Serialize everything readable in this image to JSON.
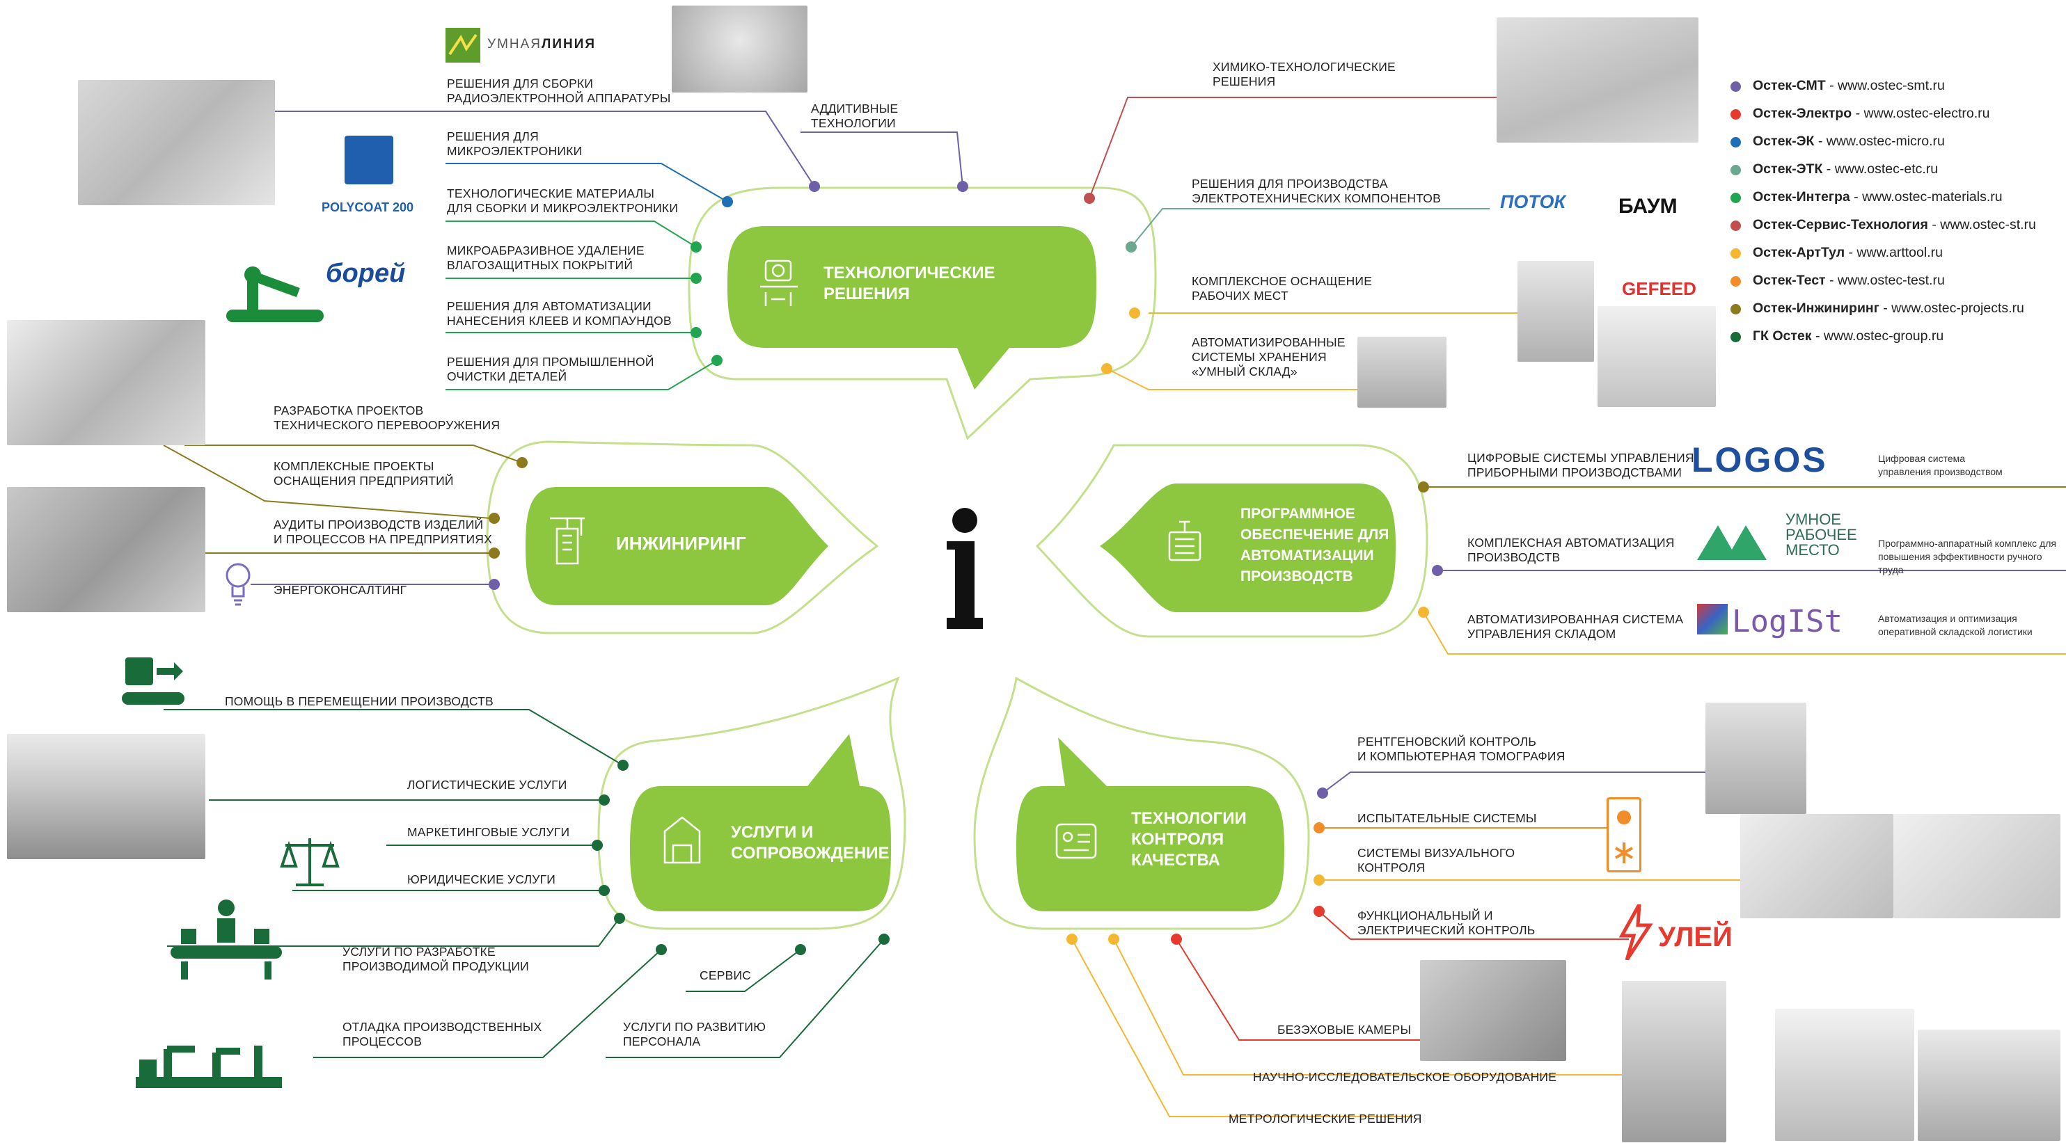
{
  "hubs": {
    "tech": "ТЕХНОЛОГИЧЕСКИЕ\nРЕШЕНИЯ",
    "eng": "ИНЖИНИРИНГ",
    "soft": "ПРОГРАММНОЕ\nОБЕСПЕЧЕНИЕ ДЛЯ\nАВТОМАТИЗАЦИИ\nПРОИЗВОДСТВ",
    "serv": "УСЛУГИ И\nСОПРОВОЖДЕНИЕ",
    "qc": "ТЕХНОЛОГИИ\nКОНТРОЛЯ\nКАЧЕСТВА"
  },
  "tech_left": [
    "РЕШЕНИЯ ДЛЯ СБОРКИ\nРАДИОЭЛЕКТРОННОЙ АППАРАТУРЫ",
    "РЕШЕНИЯ ДЛЯ\nМИКРОЭЛЕКТРОНИКИ",
    "ТЕХНОЛОГИЧЕСКИЕ МАТЕРИАЛЫ\nДЛЯ СБОРКИ И МИКРОЭЛЕКТРОНИКИ",
    "МИКРОАБРАЗИВНОЕ УДАЛЕНИЕ\nВЛАГОЗАЩИТНЫХ ПОКРЫТИЙ",
    "РЕШЕНИЯ ДЛЯ АВТОМАТИЗАЦИИ\nНАНЕСЕНИЯ КЛЕЕВ И КОМПАУНДОВ",
    "РЕШЕНИЯ ДЛЯ ПРОМЫШЛЕННОЙ\nОЧИСТКИ ДЕТАЛЕЙ"
  ],
  "tech_top": "АДДИТИВНЫЕ\nТЕХНОЛОГИИ",
  "tech_right": [
    "ХИМИКО-ТЕХНОЛОГИЧЕСКИЕ\nРЕШЕНИЯ",
    "РЕШЕНИЯ ДЛЯ ПРОИЗВОДСТВА\nЭЛЕКТРОТЕХНИЧЕСКИХ КОМПОНЕНТОВ",
    "КОМПЛЕКСНОЕ ОСНАЩЕНИЕ\nРАБОЧИХ МЕСТ",
    "АВТОМАТИЗИРОВАННЫЕ\nСИСТЕМЫ ХРАНЕНИЯ\n«УМНЫЙ СКЛАД»"
  ],
  "eng_items": [
    "РАЗРАБОТКА ПРОЕКТОВ\nТЕХНИЧЕСКОГО ПЕРЕВООРУЖЕНИЯ",
    "КОМПЛЕКСНЫЕ ПРОЕКТЫ\nОСНАЩЕНИЯ ПРЕДПРИЯТИЙ",
    "АУДИТЫ ПРОИЗВОДСТВ ИЗДЕЛИЙ\nИ ПРОЦЕССОВ НА ПРЕДПРИЯТИЯХ",
    "ЭНЕРГОКОНСАЛТИНГ"
  ],
  "soft_items": [
    "ЦИФРОВЫЕ СИСТЕМЫ УПРАВЛЕНИЯ\nПРИБОРНЫМИ ПРОИЗВОДСТВАМИ",
    "КОМПЛЕКСНАЯ АВТОМАТИЗАЦИЯ\nПРОИЗВОДСТВ",
    "АВТОМАТИЗИРОВАННАЯ СИСТЕМА\nУПРАВЛЕНИЯ СКЛАДОМ"
  ],
  "soft_desc": [
    "Цифровая система\nуправления производством",
    "Программно-аппаратный комплекс для\nповышения эффективности ручного труда",
    "Автоматизация и оптимизация\nоперативной складской логистики"
  ],
  "serv_items": [
    "ПОМОЩЬ В ПЕРЕМЕЩЕНИИ ПРОИЗВОДСТВ",
    "ЛОГИСТИЧЕСКИЕ  УСЛУГИ",
    "МАРКЕТИНГОВЫЕ УСЛУГИ",
    "ЮРИДИЧЕСКИЕ УСЛУГИ",
    "УСЛУГИ ПО РАЗРАБОТКЕ\nПРОИЗВОДИМОЙ ПРОДУКЦИИ",
    "ОТЛАДКА ПРОИЗВОДСТВЕННЫХ\nПРОЦЕССОВ",
    "СЕРВИС",
    "УСЛУГИ ПО РАЗВИТИЮ\nПЕРСОНАЛА"
  ],
  "qc_items": [
    "РЕНТГЕНОВСКИЙ КОНТРОЛЬ\nИ КОМПЬЮТЕРНАЯ ТОМОГРАФИЯ",
    "ИСПЫТАТЕЛЬНЫЕ СИСТЕМЫ",
    "СИСТЕМЫ ВИЗУАЛЬНОГО\nКОНТРОЛЯ",
    "ФУНКЦИОНАЛЬНЫЙ И\nЭЛЕКТРИЧЕСКИЙ КОНТРОЛЬ",
    "БЕЗЭХОВЫЕ КАМЕРЫ",
    "НАУЧНО-ИССЛЕДОВАТЕЛЬСКОЕ ОБОРУДОВАНИЕ",
    "МЕТРОЛОГИЧЕСКИЕ РЕШЕНИЯ"
  ],
  "legend": [
    {
      "name": "Остек-СМТ",
      "url": " - www.ostec-smt.ru",
      "color": "#6f5fa8"
    },
    {
      "name": "Остек-Электро",
      "url": " - www.ostec-electro.ru",
      "color": "#e63a2e"
    },
    {
      "name": "Остек-ЭК",
      "url": " - www.ostec-micro.ru",
      "color": "#1e6fb5"
    },
    {
      "name": "Остек-ЭТК",
      "url": " - www.ostec-etc.ru",
      "color": "#6aa88f"
    },
    {
      "name": "Остек-Интегра",
      "url": " - www.ostec-materials.ru",
      "color": "#22a550"
    },
    {
      "name": "Остек-Сервис-Технология",
      "url": " - www.ostec-st.ru",
      "color": "#c0504d"
    },
    {
      "name": "Остек-АртТул",
      "url": " - www.arttool.ru",
      "color": "#f5b731"
    },
    {
      "name": "Остек-Тест",
      "url": " - www.ostec-test.ru",
      "color": "#f28c28"
    },
    {
      "name": "Остек-Инжиниринг",
      "url": " - www.ostec-projects.ru",
      "color": "#8d7a1c"
    },
    {
      "name": "ГК Остек",
      "url": " - www.ostec-group.ru",
      "color": "#1a6b3a"
    }
  ],
  "logos": {
    "umnaya_a": "УМНАЯ",
    "umnaya_b": "ЛИНИЯ",
    "polycoat": "POLYCOAT 200",
    "borey": "борей",
    "potok": "ПОТОК",
    "baum": "БАУМ",
    "gefeed": "GEFEED",
    "logos": "LOGOS",
    "urm": "УМНОЕ\nРАБОЧЕЕ\nМЕСТО",
    "logist": "LogISt",
    "uley": "УЛЕЙ"
  },
  "center_symbol": "i",
  "colors": {
    "accent": "#8dc63f",
    "line": "#c5e08c"
  }
}
